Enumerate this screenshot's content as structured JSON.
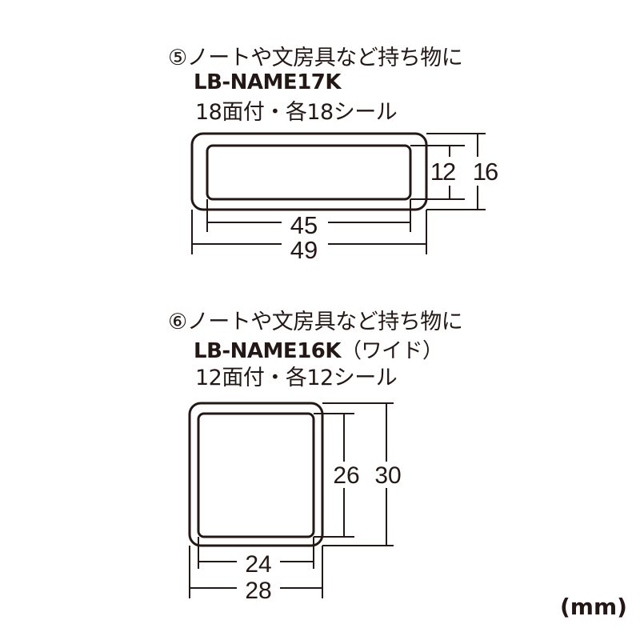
{
  "colors": {
    "ink": "#231815",
    "background": "#ffffff"
  },
  "items": [
    {
      "number_badge": "⑤",
      "title": "ノートや文房具など持ち物に",
      "model": "LB-NAME17K",
      "model_suffix": "",
      "spec": "18面付・各18シール",
      "dimensions": {
        "inner_width": "45",
        "outer_width": "49",
        "inner_height": "12",
        "outer_height": "16"
      }
    },
    {
      "number_badge": "⑥",
      "title": "ノートや文房具など持ち物に",
      "model": "LB-NAME16K",
      "model_suffix": "（ワイド）",
      "spec": "12面付・各12シール",
      "dimensions": {
        "inner_width": "24",
        "outer_width": "28",
        "inner_height": "26",
        "outer_height": "30"
      }
    }
  ],
  "unit_label": "(mm)"
}
